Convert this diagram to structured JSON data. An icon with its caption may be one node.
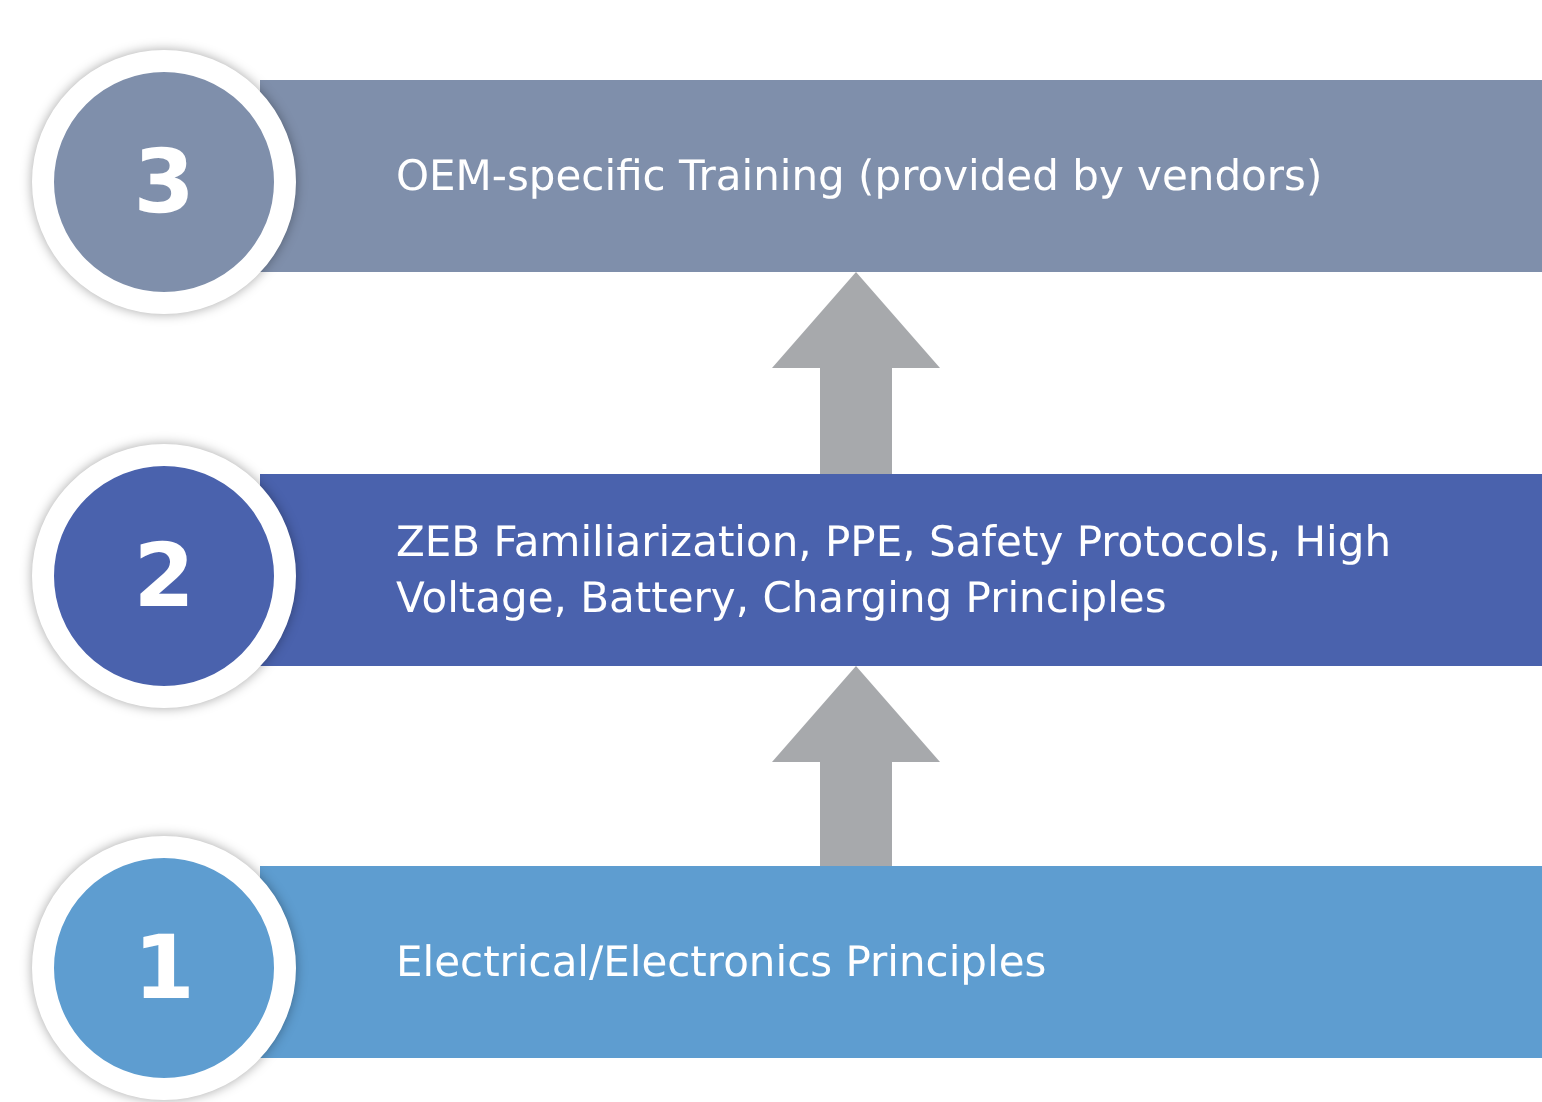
{
  "diagram": {
    "nodes": [
      {
        "text": [
          "3"
        ]
      },
      {
        "text": [
          "OEM-specific Training (provided by vendors)"
        ]
      },
      {
        "text": [
          "2"
        ]
      },
      {
        "text": [
          "ZEB Familiarization, PPE, Safety Protocols, High Voltage, Battery, Charging Principles"
        ]
      },
      {
        "text": [
          "1"
        ]
      },
      {
        "text": [
          "Electrical/Electronics Principles"
        ]
      }
    ],
    "edges": [
      {
        "from": 5,
        "to": 3,
        "arrow": "to"
      },
      {
        "from": 3,
        "to": 1,
        "arrow": "to"
      }
    ]
  }
}
